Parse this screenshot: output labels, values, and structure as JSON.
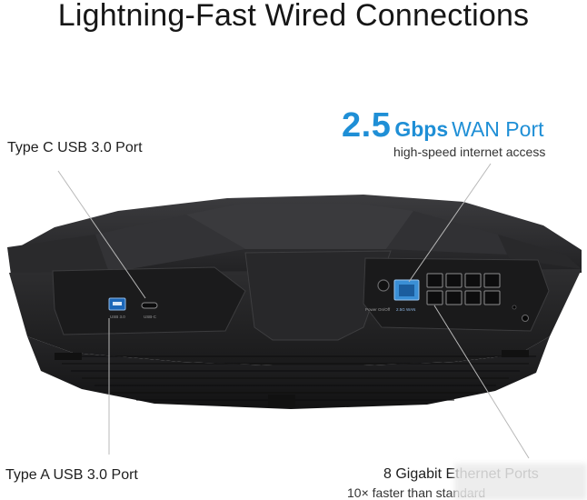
{
  "title": "Lightning-Fast Wired Connections",
  "callouts": {
    "type_c": "Type C USB 3.0 Port",
    "type_a": "Type A USB 3.0 Port",
    "wan_number": "2.5",
    "wan_unit": "Gbps",
    "wan_text": "WAN Port",
    "wan_sub": "high-speed internet access",
    "gigabit": "8 Gigabit Ethernet Ports",
    "gigabit_sub": "10× faster than standard"
  },
  "device_labels": {
    "power": "Power On/Off",
    "wan_port": "2.5G WAN",
    "usb_a": "USB 3.0",
    "usb_c": "USB-C"
  },
  "colors": {
    "accent": "#1f8fd6",
    "device": "#2a2a2c",
    "wan_port": "#3a8fd6"
  }
}
